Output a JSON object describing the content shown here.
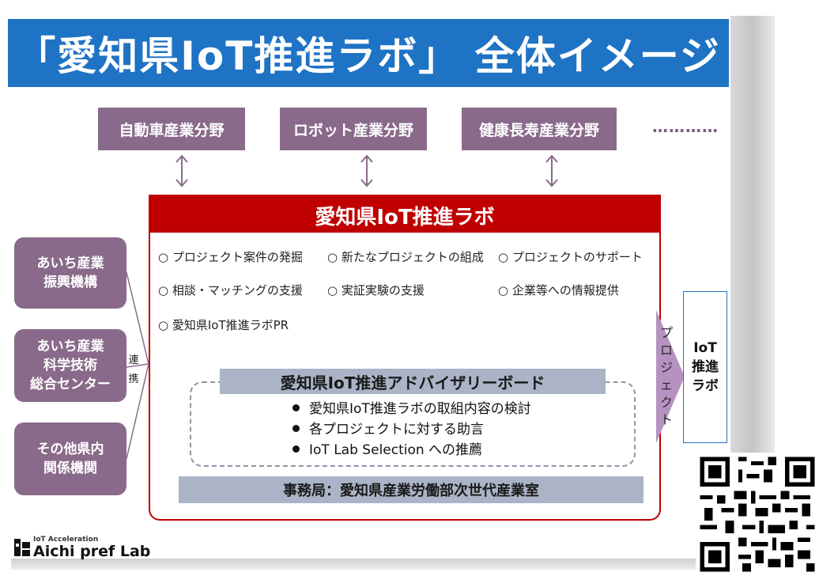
{
  "title": "「愛知県IoT推進ラボ」 全体イメージ",
  "sectors": [
    "自動車産業分野",
    "ロボット産業分野",
    "健康長寿産業分野"
  ],
  "sector_ellipsis": "…………",
  "lab": {
    "header": "愛知県IoT推進ラボ",
    "activities": [
      "○ プロジェクト案件の発掘",
      "○ 新たなプロジェクトの組成",
      "○ プロジェクトのサポート",
      "○ 相談・マッチングの支援",
      "○ 実証実験の支援",
      "○ 企業等への情報提供",
      "○ 愛知県IoT推進ラボPR"
    ]
  },
  "advisory": {
    "title": "愛知県IoT推進アドバイザリーボード",
    "items": [
      "愛知県IoT推進ラボの取組内容の検討",
      "各プロジェクトに対する助言",
      "IoT Lab Selection への推薦"
    ]
  },
  "office": "事務局：愛知県産業労働部次世代産業室",
  "partners": [
    [
      "あいち産業",
      "振興機構"
    ],
    [
      "あいち産業",
      "科学技術",
      "総合センター"
    ],
    [
      "その他県内",
      "関係機関"
    ]
  ],
  "cooperation_label": [
    "連",
    "携"
  ],
  "project_label": [
    "プ",
    "ロ",
    "ジ",
    "ェ",
    "ク",
    "ト"
  ],
  "lab_side_label": [
    "IoT",
    "推進",
    "ラボ"
  ],
  "logo": {
    "small": "IoT Acceleration",
    "big": "Aichi pref Lab"
  },
  "colors": {
    "banner": "#1f73c4",
    "sector": "#8a6a8a",
    "lab_red": "#c00000",
    "advisory": "#aab4c6"
  }
}
